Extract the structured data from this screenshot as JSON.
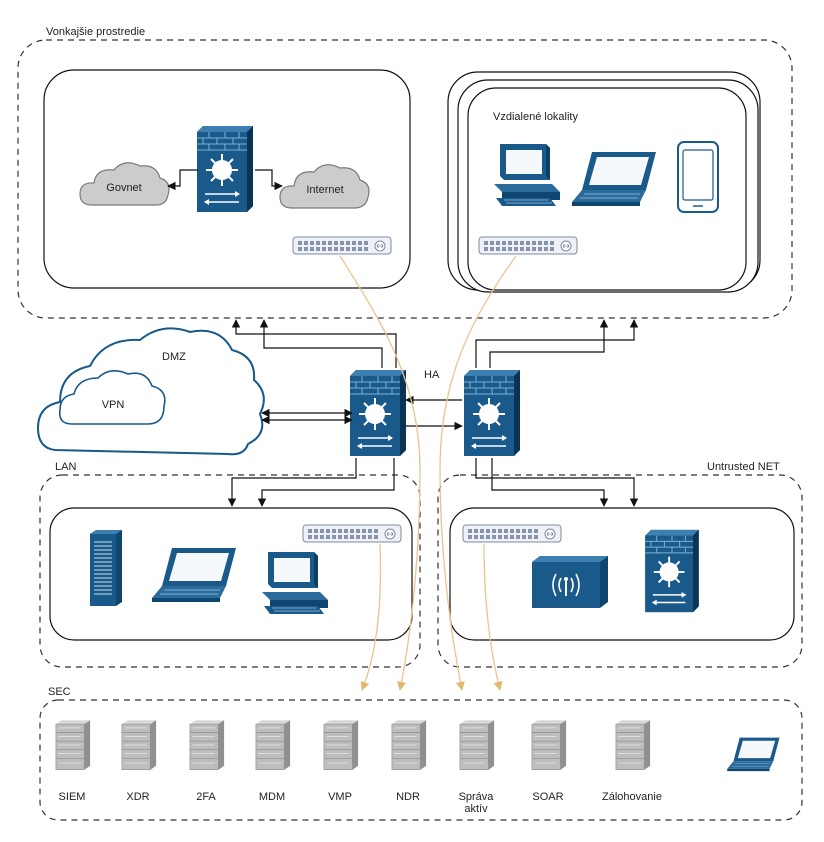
{
  "zones": {
    "external": "Vonkajšie prostredie",
    "lan": "LAN",
    "untrusted": "Untrusted NET",
    "sec": "SEC"
  },
  "external": {
    "govnet": "Govnet",
    "internet": "Internet",
    "remote_sites": "Vzdialené lokality"
  },
  "core": {
    "dmz": "DMZ",
    "vpn": "VPN",
    "ha": "HA"
  },
  "sec_systems": [
    {
      "line1": "SIEM",
      "line2": ""
    },
    {
      "line1": "XDR",
      "line2": ""
    },
    {
      "line1": "2FA",
      "line2": ""
    },
    {
      "line1": "MDM",
      "line2": ""
    },
    {
      "line1": "VMP",
      "line2": ""
    },
    {
      "line1": "NDR",
      "line2": ""
    },
    {
      "line1": "Správa",
      "line2": "aktív"
    },
    {
      "line1": "SOAR",
      "line2": ""
    },
    {
      "line1": "Zálohovanie",
      "line2": ""
    }
  ],
  "colors": {
    "device_blue": "#1a5a8a",
    "cloud_gray": "#cccccc",
    "server_gray": "#b4b4b4",
    "span_line": "#e8c58a"
  }
}
